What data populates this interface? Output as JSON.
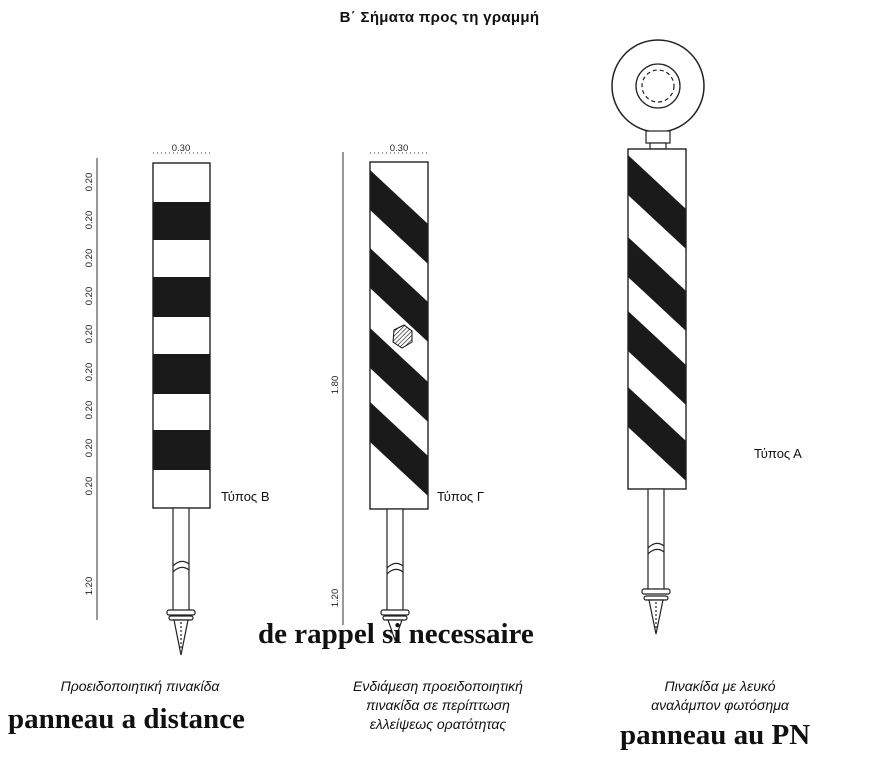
{
  "title": "Β΄ Σήματα προς τη γραμμή",
  "dimensions": {
    "width_label": "0.30",
    "band_label": "0.20",
    "height_label": "1.80",
    "stake_label": "1.20"
  },
  "type_b": {
    "label": "Τύπος Β"
  },
  "type_g": {
    "label": "Τύπος Γ"
  },
  "type_a": {
    "label": "Τύπος Α"
  },
  "captions": {
    "left": "Προειδοποιητική  πινακίδα",
    "middle_1": "Ενδιάμεση προειδοποιητική",
    "middle_2": "πινακίδα σε περίπτωση",
    "middle_3": "ελλείψεως ορατότητας",
    "right_1": "Πινακίδα με λευκό",
    "right_2": "αναλάμπον φωτόσημα"
  },
  "french_labels": {
    "left": "panneau a distance",
    "middle": "de rappel si necessaire",
    "right": "panneau au PN"
  },
  "colors": {
    "stripe": "#1a1a1a",
    "background": "#ffffff",
    "line": "#222222"
  }
}
